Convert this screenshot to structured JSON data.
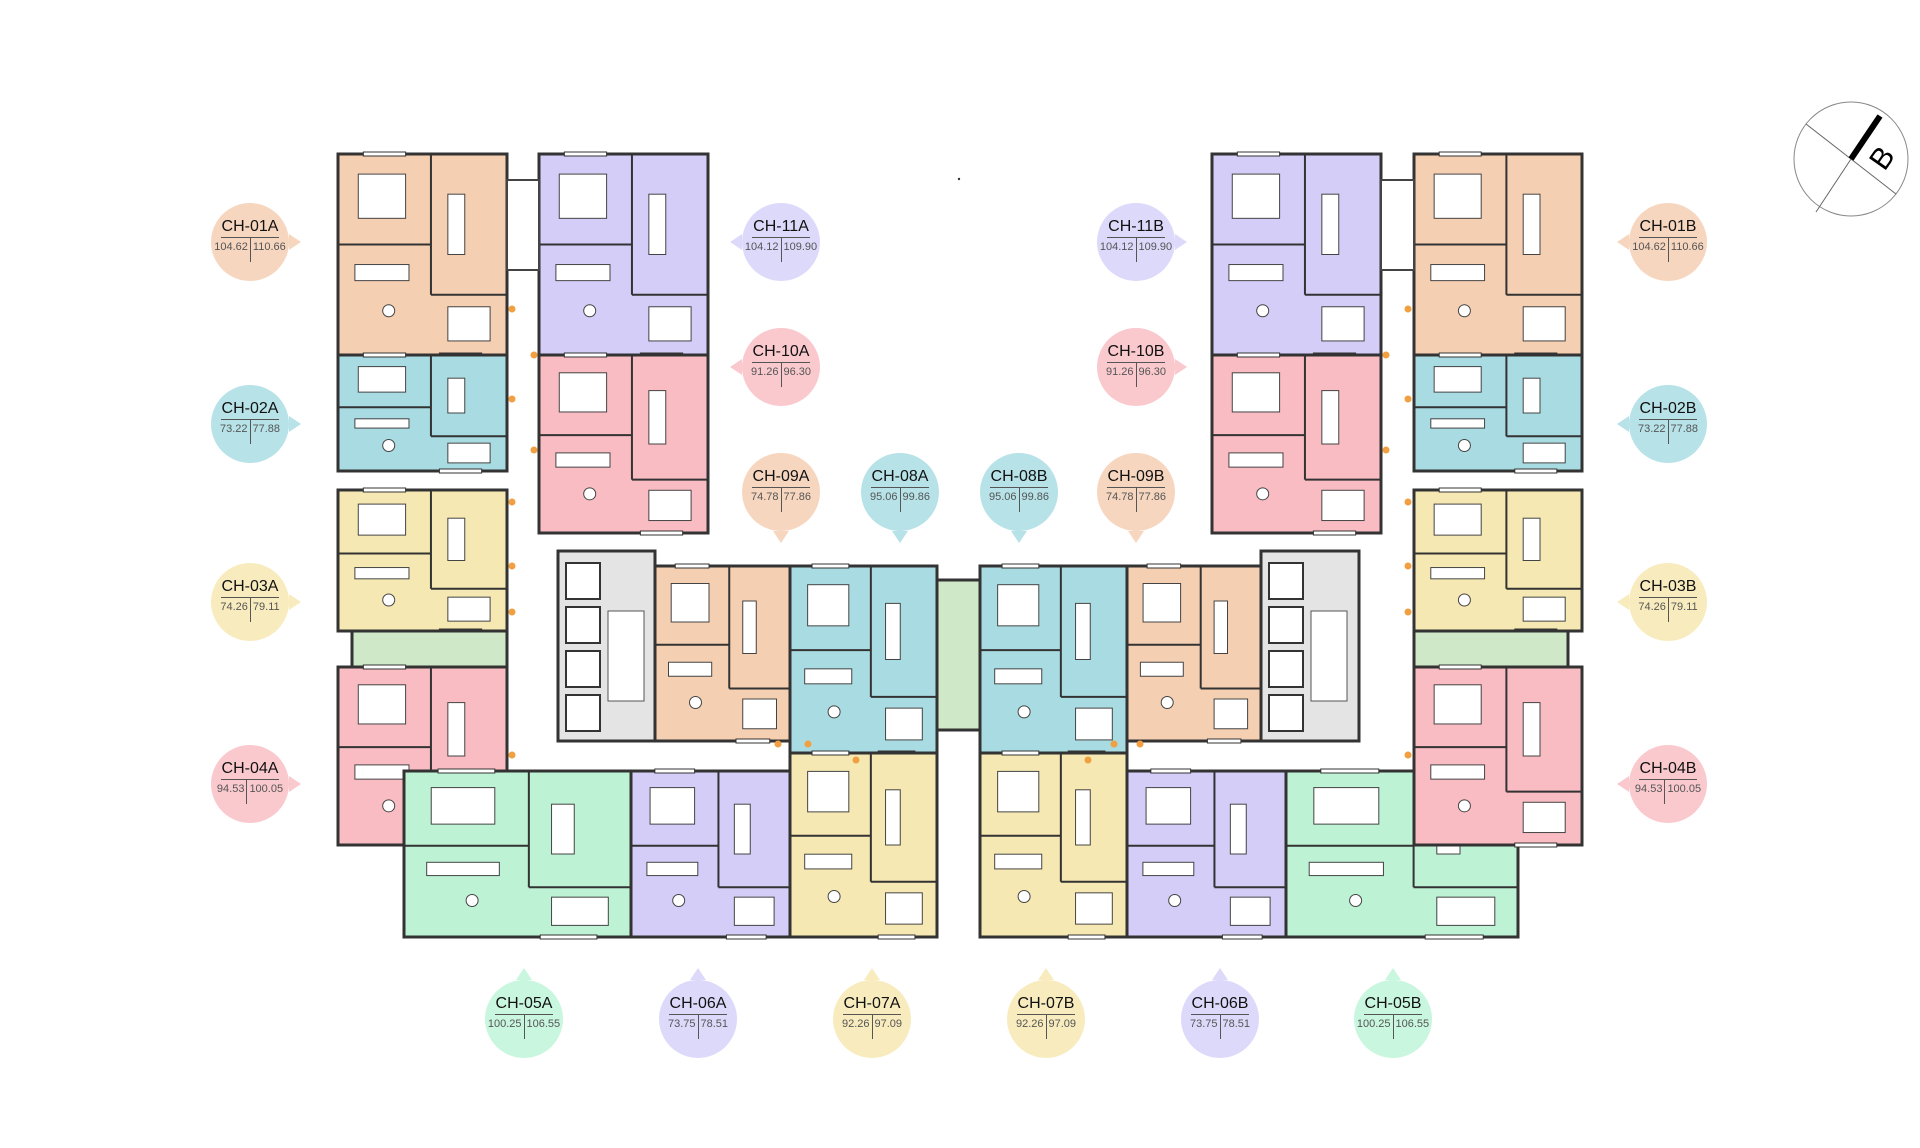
{
  "title": "Floor plan - typical floor",
  "colors": {
    "peach": "#f7d6bf",
    "blue": "#b6e2e8",
    "yellow": "#f8ecbe",
    "pink": "#fac9cd",
    "purple": "#ddd9fa",
    "green": "#c9f6de"
  },
  "compass": {
    "label": "B",
    "icon": "north-arrow-icon"
  },
  "units": [
    {
      "code": "CH-01A",
      "area_a": "104.62",
      "area_b": "110.66",
      "color": "peach"
    },
    {
      "code": "CH-02A",
      "area_a": "73.22",
      "area_b": "77.88",
      "color": "blue"
    },
    {
      "code": "CH-03A",
      "area_a": "74.26",
      "area_b": "79.11",
      "color": "yellow"
    },
    {
      "code": "CH-04A",
      "area_a": "94.53",
      "area_b": "100.05",
      "color": "pink"
    },
    {
      "code": "CH-11A",
      "area_a": "104.12",
      "area_b": "109.90",
      "color": "purple"
    },
    {
      "code": "CH-10A",
      "area_a": "91.26",
      "area_b": "96.30",
      "color": "pink"
    },
    {
      "code": "CH-09A",
      "area_a": "74.78",
      "area_b": "77.86",
      "color": "peach"
    },
    {
      "code": "CH-08A",
      "area_a": "95.06",
      "area_b": "99.86",
      "color": "blue"
    },
    {
      "code": "CH-08B",
      "area_a": "95.06",
      "area_b": "99.86",
      "color": "blue"
    },
    {
      "code": "CH-09B",
      "area_a": "74.78",
      "area_b": "77.86",
      "color": "peach"
    },
    {
      "code": "CH-10B",
      "area_a": "91.26",
      "area_b": "96.30",
      "color": "pink"
    },
    {
      "code": "CH-11B",
      "area_a": "104.12",
      "area_b": "109.90",
      "color": "purple"
    },
    {
      "code": "CH-01B",
      "area_a": "104.62",
      "area_b": "110.66",
      "color": "peach"
    },
    {
      "code": "CH-02B",
      "area_a": "73.22",
      "area_b": "77.88",
      "color": "blue"
    },
    {
      "code": "CH-03B",
      "area_a": "74.26",
      "area_b": "79.11",
      "color": "yellow"
    },
    {
      "code": "CH-04B",
      "area_a": "94.53",
      "area_b": "100.05",
      "color": "pink"
    },
    {
      "code": "CH-05A",
      "area_a": "100.25",
      "area_b": "106.55",
      "color": "green"
    },
    {
      "code": "CH-06A",
      "area_a": "73.75",
      "area_b": "78.51",
      "color": "purple"
    },
    {
      "code": "CH-07A",
      "area_a": "92.26",
      "area_b": "97.09",
      "color": "yellow"
    },
    {
      "code": "CH-07B",
      "area_a": "92.26",
      "area_b": "97.09",
      "color": "yellow"
    },
    {
      "code": "CH-06B",
      "area_a": "73.75",
      "area_b": "78.51",
      "color": "purple"
    },
    {
      "code": "CH-05B",
      "area_a": "100.25",
      "area_b": "106.55",
      "color": "green"
    }
  ]
}
